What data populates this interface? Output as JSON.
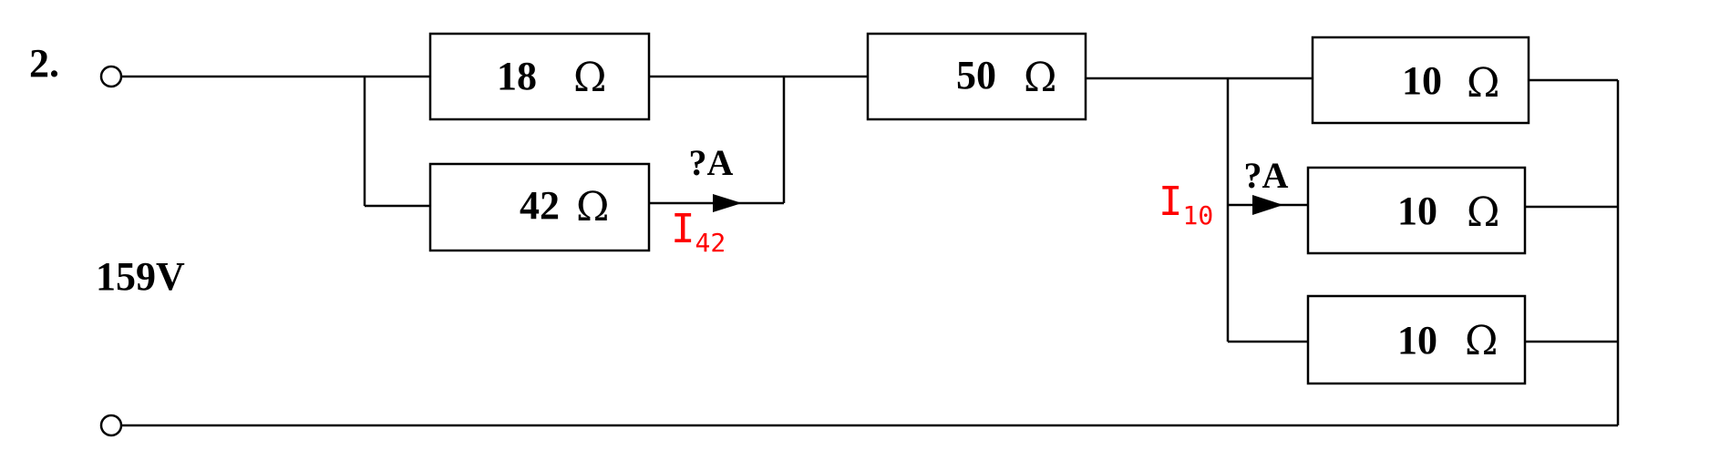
{
  "problem_number": "2.",
  "source_voltage": "159V",
  "ohm_symbol": "Ω",
  "resistors": {
    "r18": "18",
    "r42": "42",
    "r50": "50",
    "r10_top": "10",
    "r10_mid": "10",
    "r10_bot": "10"
  },
  "unknown_current_label": "?A",
  "current_labels": {
    "i42": {
      "main": "I",
      "sub": "42"
    },
    "i10": {
      "main": "I",
      "sub": "10"
    }
  },
  "colors": {
    "wire": "#000000",
    "current_label": "#ff0000"
  }
}
